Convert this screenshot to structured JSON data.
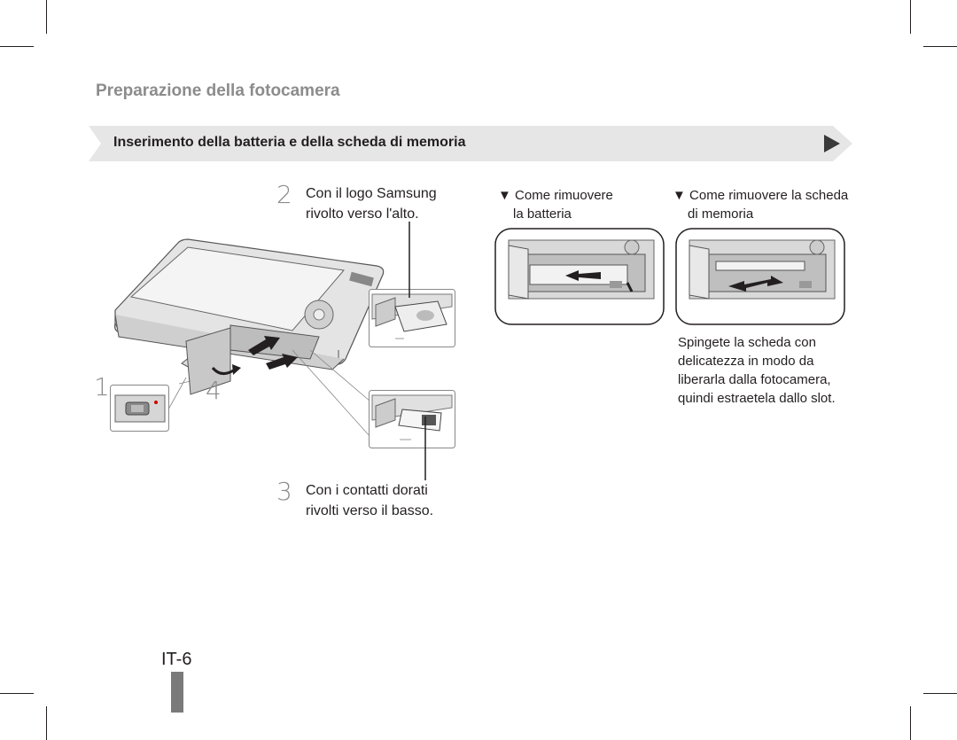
{
  "header": {
    "section_title": "Preparazione della fotocamera",
    "banner_title": "Inserimento della batteria e della scheda di memoria",
    "banner_color": "#e6e6e6",
    "banner_arrow_icon": "play-triangle-icon"
  },
  "steps": [
    {
      "number": "1",
      "text": ""
    },
    {
      "number": "2",
      "text_line1": "Con il logo Samsung",
      "text_line2": "rivolto verso l'alto."
    },
    {
      "number": "3",
      "text_line1": "Con i contatti dorati",
      "text_line2": "rivolti verso il basso."
    },
    {
      "number": "4",
      "text": ""
    }
  ],
  "remove_battery": {
    "marker": "▼",
    "line1": "Come rimuovere",
    "line2": "la batteria"
  },
  "remove_card": {
    "marker": "▼",
    "line1": "Come rimuovere la scheda",
    "line2": "di memoria",
    "note_lines": [
      "Spingete la scheda con",
      "delicatezza in modo da",
      "liberarla dalla fotocamera,",
      "quindi estraetela dallo slot."
    ]
  },
  "footer": {
    "page_number": "IT-6",
    "tab_color": "#7a7a7a"
  }
}
